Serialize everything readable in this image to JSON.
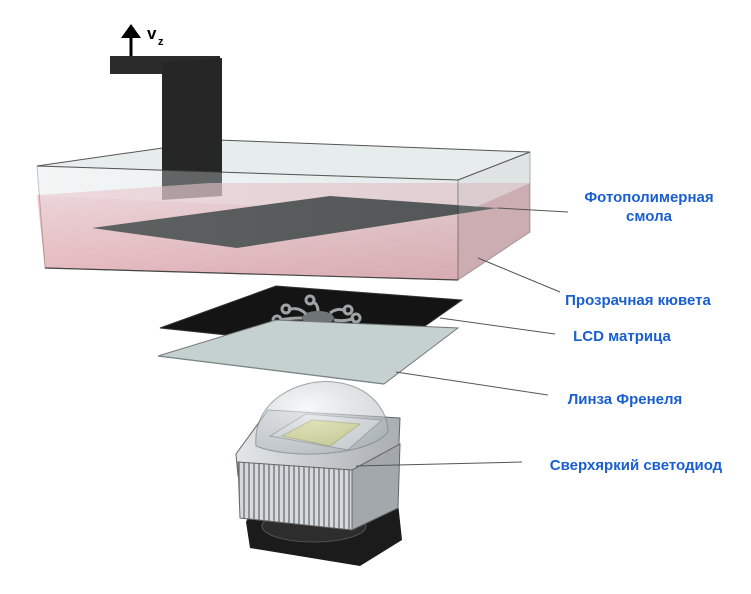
{
  "labels": {
    "velocity": "v",
    "velocity_sub": "z",
    "resin_line1": "Фотополимерная",
    "resin_line2": "смола",
    "vat": "Прозрачная кювета",
    "lcd": "LCD матрица",
    "fresnel": "Линза Френеля",
    "led": "Сверхяркий светодиод"
  },
  "colors": {
    "label": "#1a5fd0",
    "resin": "#e89aa4",
    "glass": "#c9d4d4",
    "platform": "#2b2b2b",
    "led_chip": "#dede6a",
    "heatsink": "#c8cccf"
  },
  "icons": {
    "velocity_arrow": "arrow-up-icon",
    "print_pattern": "part-silhouette-icon"
  }
}
